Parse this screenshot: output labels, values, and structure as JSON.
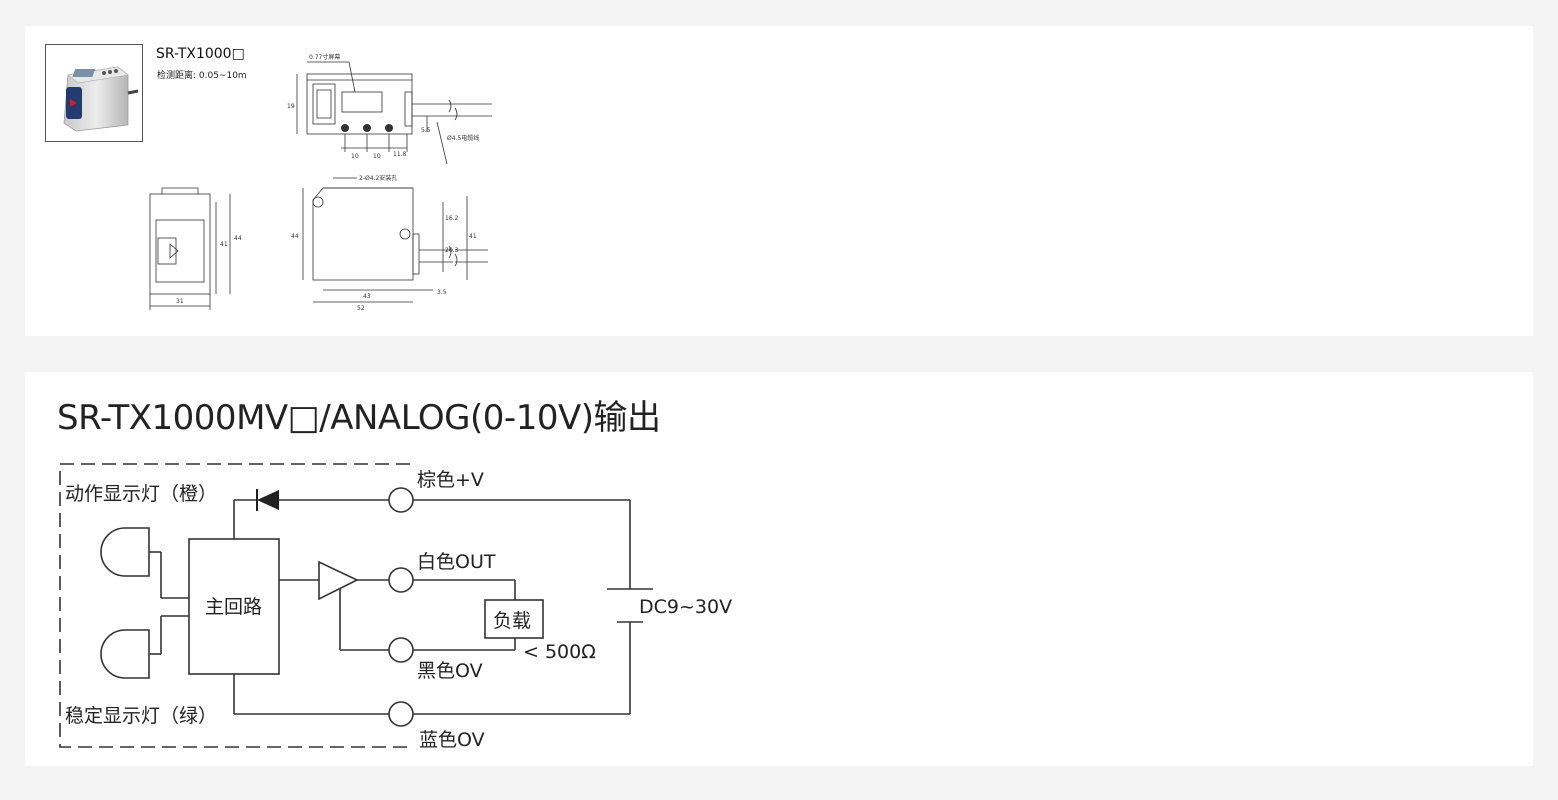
{
  "product": {
    "name": "SR-TX1000□",
    "range": "检测距离: 0.05~10m"
  },
  "dims_top": {
    "display": "0.77寸屏幕",
    "height": "19",
    "pitch_a": "10",
    "pitch_b": "10",
    "offset": "11.8",
    "cable_gap": "5.5",
    "cable": "Ø4.5电缆线"
  },
  "dims_front": {
    "width": "31",
    "h_outer": "44",
    "h_inner": "41"
  },
  "dims_side": {
    "holes": "2-Ø4.2安装孔",
    "height_left": "44",
    "d1": "16.2",
    "d2": "20.3",
    "height_right": "41",
    "w_inner": "43",
    "w_outer": "52",
    "w_tail": "3.5"
  },
  "circuit": {
    "title": "SR-TX1000MV□/ANALOG(0-10V)输出",
    "led_action": "动作显示灯（橙）",
    "led_stable": "稳定显示灯（绿）",
    "main_circuit": "主回路",
    "wire_brown": "棕色+V",
    "wire_white": "白色OUT",
    "wire_black": "黑色OV",
    "wire_blue": "蓝色OV",
    "load": "负载",
    "load_limit": "< 500Ω",
    "supply": "DC9~30V"
  },
  "colors": {
    "background": "#f4f4f4",
    "panel": "#ffffff",
    "line": "#333333"
  }
}
